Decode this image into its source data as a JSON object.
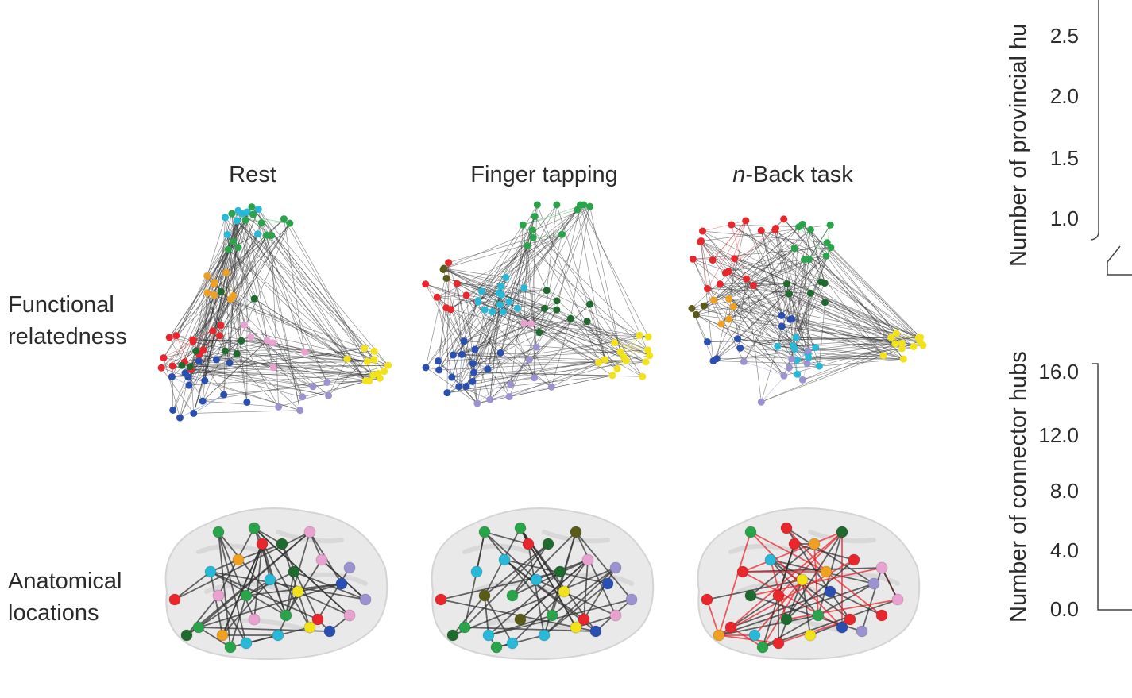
{
  "columns": [
    {
      "title_prefix": "",
      "title_italic": "",
      "title_rest": "Rest"
    },
    {
      "title_prefix": "",
      "title_italic": "",
      "title_rest": "Finger tapping"
    },
    {
      "title_prefix": "",
      "title_italic": "n",
      "title_rest": "-Back task"
    }
  ],
  "rows": {
    "functional": {
      "line1": "Functional",
      "line2": "relatedness"
    },
    "anatomical": {
      "line1": "Anatomical",
      "line2": "locations"
    }
  },
  "module_colors": {
    "red": "#e8262c",
    "orange": "#f0a020",
    "green": "#2aa44a",
    "darkgreen": "#1f6a2e",
    "cyan": "#28b8d8",
    "blue": "#2a4fb0",
    "lavender": "#9b93d0",
    "pink": "#e8a2cf",
    "yellow": "#f2e21a",
    "olive": "#5a5a1a"
  },
  "right_charts": {
    "top": {
      "axis_title": "Number of provincial hu",
      "ticks": [
        "2.5",
        "2.0",
        "1.5",
        "1.0"
      ]
    },
    "bottom": {
      "axis_title": "Number of connector hubs",
      "ticks": [
        "16.0",
        "12.0",
        "8.0",
        "4.0",
        "0.0"
      ]
    }
  }
}
